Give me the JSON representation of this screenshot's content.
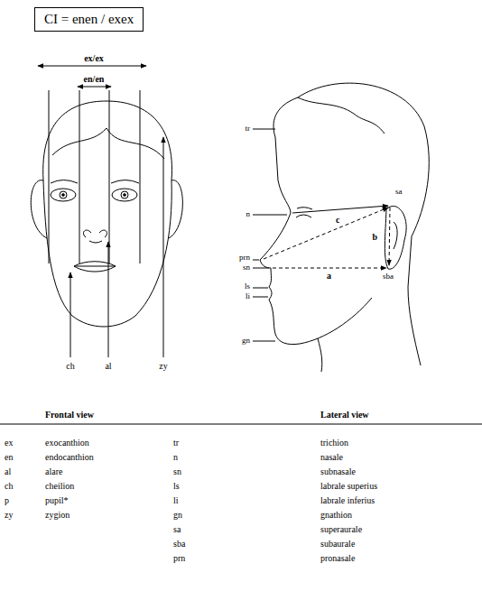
{
  "diagram": {
    "nodes": [
      {
        "text": [
          "CI = enen / exex"
        ]
      }
    ],
    "labels": [
      "ex/ex",
      "en/en",
      "ch",
      "al",
      "zy",
      "tr",
      "n",
      "prn",
      "sn",
      "ls",
      "li",
      "gn",
      "sa",
      "sba",
      "a",
      "b",
      "c",
      "Frontal view",
      "Lateral view",
      "ex",
      "exocanthion",
      "en",
      "endocanthion",
      "al",
      "alare",
      "ch",
      "cheilion",
      "p",
      "pupil*",
      "zy",
      "zygion",
      "tr",
      "trichion",
      "n",
      "nasale",
      "sn",
      "subnasale",
      "ls",
      "labrale superius",
      "li",
      "labrale inferius",
      "gn",
      "gnathion",
      "sa",
      "superaurale",
      "sba",
      "subaurale",
      "prn",
      "pronasale"
    ]
  }
}
